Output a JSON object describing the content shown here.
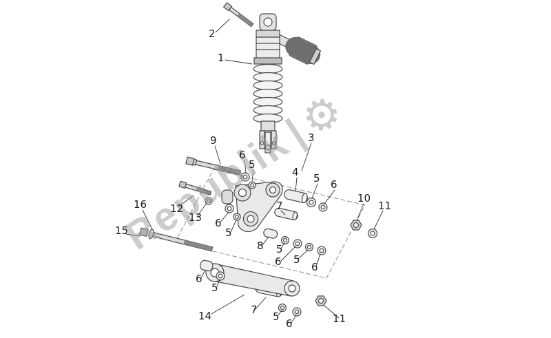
{
  "watermark": {
    "text": "Republik",
    "separator": "|",
    "icon": {
      "name": "gear-icon",
      "glyph": "⚙"
    }
  },
  "colors": {
    "background": "#ffffff",
    "line": "#4a4a4a",
    "fill_light": "#ececec",
    "fill_mid": "#bdbdbd",
    "watermark": "#9a9a9a",
    "label_text": "#1c1c1c"
  },
  "callouts": [
    {
      "text": "2"
    },
    {
      "text": "1"
    },
    {
      "text": "9"
    },
    {
      "text": "3"
    },
    {
      "text": "6"
    },
    {
      "text": "5"
    },
    {
      "text": "4"
    },
    {
      "text": "5"
    },
    {
      "text": "6"
    },
    {
      "text": "10"
    },
    {
      "text": "11"
    },
    {
      "text": "16"
    },
    {
      "text": "12"
    },
    {
      "text": "13"
    },
    {
      "text": "6"
    },
    {
      "text": "5"
    },
    {
      "text": "15"
    },
    {
      "text": "7"
    },
    {
      "text": "8"
    },
    {
      "text": "5"
    },
    {
      "text": "6"
    },
    {
      "text": "5"
    },
    {
      "text": "6"
    },
    {
      "text": "6"
    },
    {
      "text": "5"
    },
    {
      "text": "14"
    },
    {
      "text": "7"
    },
    {
      "text": "5"
    },
    {
      "text": "6"
    },
    {
      "text": "11"
    }
  ]
}
